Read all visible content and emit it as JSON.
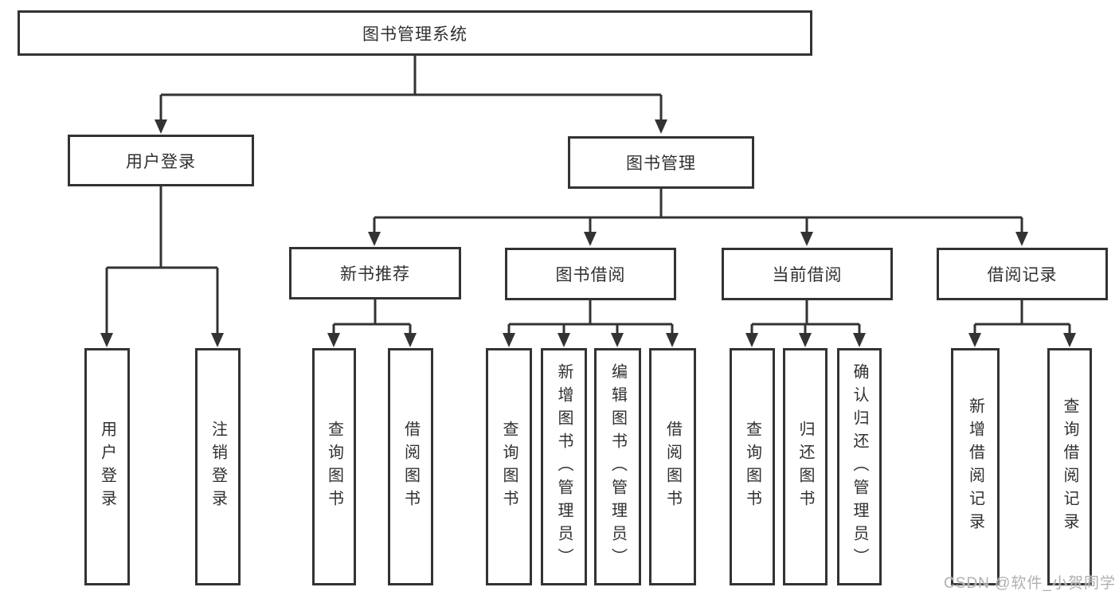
{
  "colors": {
    "line": "#333333",
    "box_border": "#333333",
    "text": "#303030",
    "watermark_text": "#b0b0b0"
  },
  "watermark": {
    "text": "CSDN @软件_小贺同学"
  },
  "tree": {
    "root": {
      "label": "图书管理系统"
    },
    "branches": [
      {
        "label": "用户登录",
        "children": [
          {
            "label": "用户登录"
          },
          {
            "label": "注销登录"
          }
        ]
      },
      {
        "label": "图书管理",
        "children": [
          {
            "label": "新书推荐",
            "children": [
              {
                "label": "查询图书"
              },
              {
                "label": "借阅图书"
              }
            ]
          },
          {
            "label": "图书借阅",
            "children": [
              {
                "label": "查询图书"
              },
              {
                "label": "新增图书（管理员）"
              },
              {
                "label": "编辑图书（管理员）"
              },
              {
                "label": "借阅图书"
              }
            ]
          },
          {
            "label": "当前借阅",
            "children": [
              {
                "label": "查询图书"
              },
              {
                "label": "归还图书"
              },
              {
                "label": "确认归还（管理员）"
              }
            ]
          },
          {
            "label": "借阅记录",
            "children": [
              {
                "label": "新增借阅记录"
              },
              {
                "label": "查询借阅记录"
              }
            ]
          }
        ]
      }
    ]
  }
}
